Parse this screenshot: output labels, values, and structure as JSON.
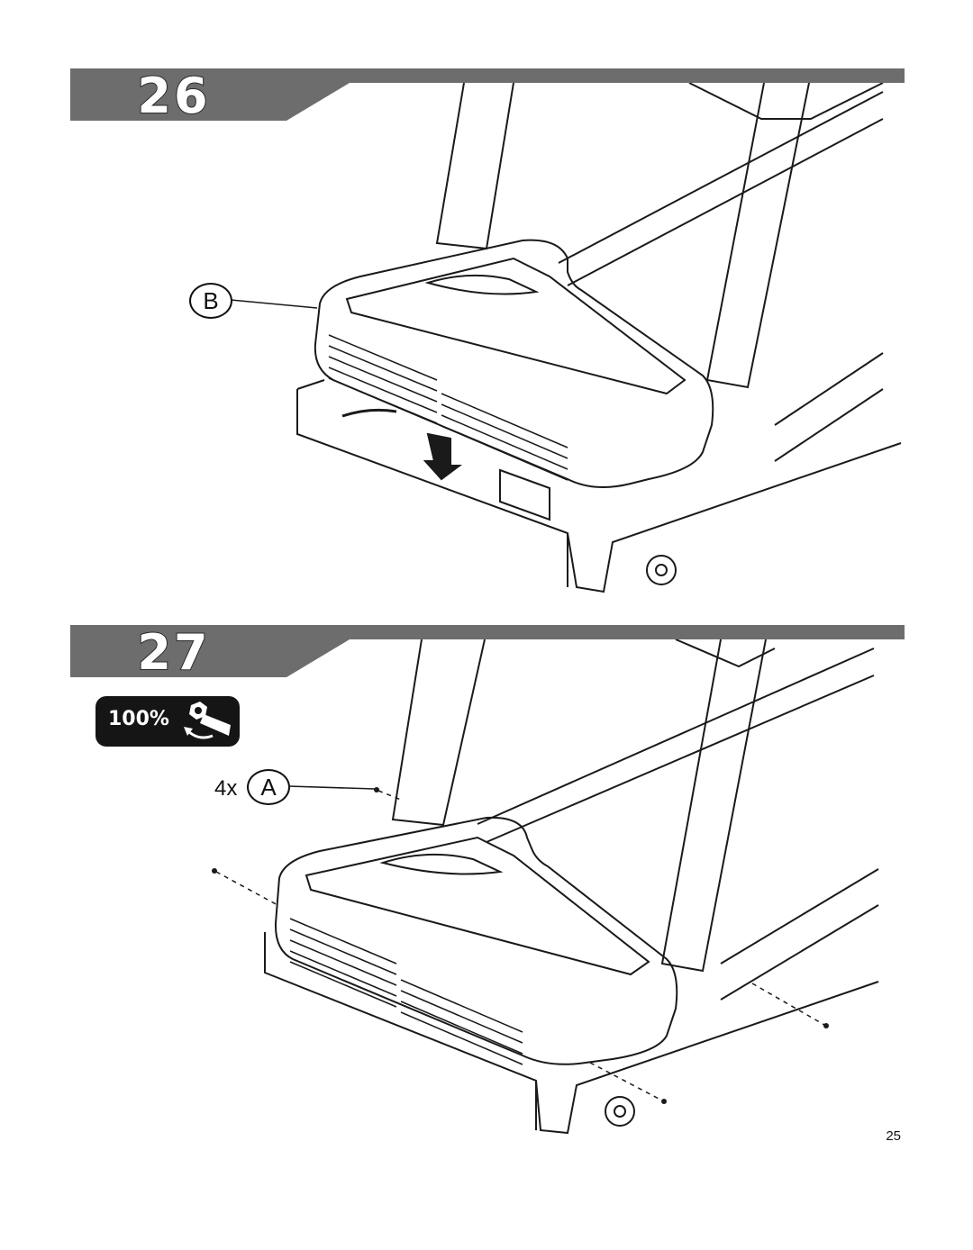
{
  "steps": [
    {
      "number": "26",
      "callouts": [
        {
          "letter": "B",
          "quantity": ""
        }
      ]
    },
    {
      "number": "27",
      "torque_badge": {
        "label": "100%",
        "icon": "wrench-tighten-icon"
      },
      "callouts": [
        {
          "letter": "A",
          "quantity": "4x"
        }
      ]
    }
  ],
  "footer": {
    "page_number": "25"
  },
  "colors": {
    "header_gray": "#6d6d6d",
    "badge_black": "#151515",
    "line": "#1a1a1a"
  }
}
